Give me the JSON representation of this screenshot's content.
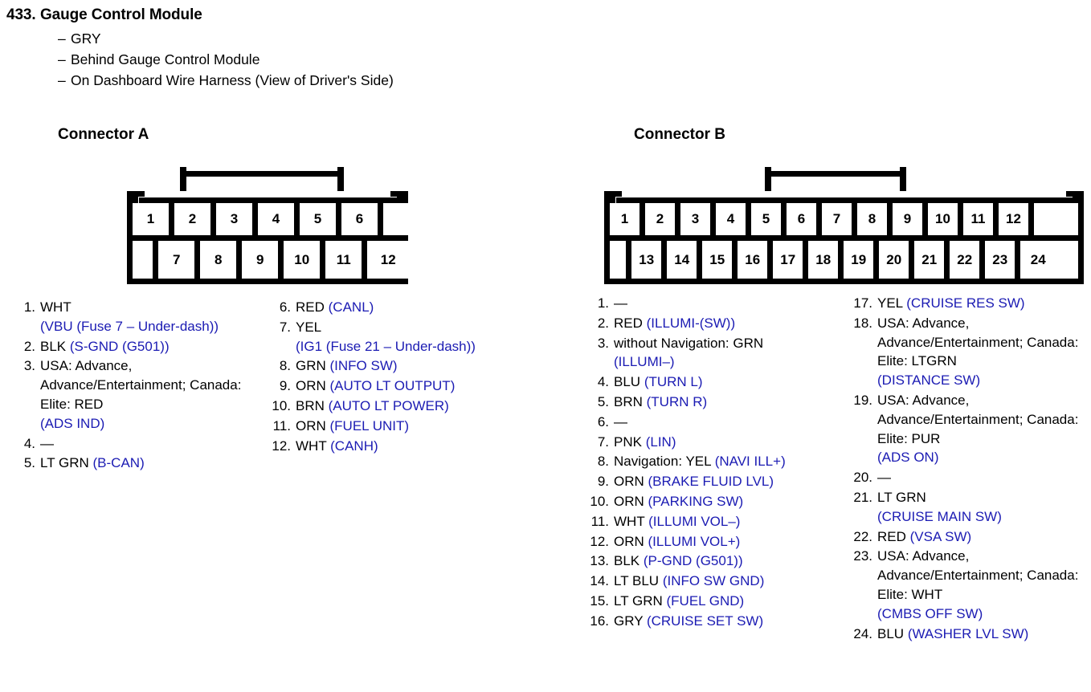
{
  "header": {
    "number": "433.",
    "title": "Gauge Control Module",
    "bullets": [
      {
        "dash": "–",
        "text": "GRY"
      },
      {
        "dash": "–",
        "text": "Behind Gauge Control Module"
      },
      {
        "dash": "–",
        "text": "On Dashboard Wire Harness (View of Driver's Side)"
      }
    ]
  },
  "connector_a": {
    "heading": "Connector A",
    "diagram": {
      "top_row": [
        "1",
        "2",
        "3",
        "4",
        "5",
        "6",
        ""
      ],
      "bottom_row": [
        "",
        "7",
        "8",
        "9",
        "10",
        "11",
        "12"
      ]
    },
    "pins_col1": [
      {
        "no": "1.",
        "wire": "WHT",
        "signal": "(VBU (Fuse 7 – Under-dash))",
        "break": true
      },
      {
        "no": "2.",
        "wire": "BLK",
        "signal": "(S-GND (G501))",
        "break": false
      },
      {
        "no": "3.",
        "wire": "USA: Advance, Advance/Entertainment; Canada: Elite: RED",
        "signal": "(ADS IND)",
        "break": true
      },
      {
        "no": "4.",
        "wire": "—",
        "signal": "",
        "break": false
      },
      {
        "no": "5.",
        "wire": "LT GRN",
        "signal": "(B-CAN)",
        "break": false
      }
    ],
    "pins_col2": [
      {
        "no": "6.",
        "wire": "RED",
        "signal": "(CANL)",
        "break": false
      },
      {
        "no": "7.",
        "wire": "YEL",
        "signal": "(IG1 (Fuse 21 – Under-dash))",
        "break": true
      },
      {
        "no": "8.",
        "wire": "GRN",
        "signal": "(INFO SW)",
        "break": false
      },
      {
        "no": "9.",
        "wire": "ORN",
        "signal": "(AUTO LT OUTPUT)",
        "break": false
      },
      {
        "no": "10.",
        "wire": "BRN",
        "signal": "(AUTO LT POWER)",
        "break": false
      },
      {
        "no": "11.",
        "wire": "ORN",
        "signal": "(FUEL UNIT)",
        "break": false
      },
      {
        "no": "12.",
        "wire": "WHT",
        "signal": "(CANH)",
        "break": false
      }
    ]
  },
  "connector_b": {
    "heading": "Connector B",
    "diagram": {
      "top_row": [
        "1",
        "2",
        "3",
        "4",
        "5",
        "6",
        "7",
        "8",
        "9",
        "10",
        "11",
        "12",
        ""
      ],
      "bottom_row": [
        "",
        "13",
        "14",
        "15",
        "16",
        "17",
        "18",
        "19",
        "20",
        "21",
        "22",
        "23",
        "24"
      ]
    },
    "pins_col1": [
      {
        "no": "1.",
        "wire": "—",
        "signal": "",
        "break": false
      },
      {
        "no": "2.",
        "wire": "RED",
        "signal": "(ILLUMI-(SW))",
        "break": false
      },
      {
        "no": "3.",
        "wire": "without Navigation: GRN",
        "signal": "(ILLUMI–)",
        "break": true
      },
      {
        "no": "4.",
        "wire": "BLU",
        "signal": "(TURN L)",
        "break": false
      },
      {
        "no": "5.",
        "wire": "BRN",
        "signal": "(TURN R)",
        "break": false
      },
      {
        "no": "6.",
        "wire": "—",
        "signal": "",
        "break": false
      },
      {
        "no": "7.",
        "wire": "PNK",
        "signal": "(LIN)",
        "break": false
      },
      {
        "no": "8.",
        "wire": "Navigation: YEL",
        "signal": "(NAVI ILL+)",
        "break": false
      },
      {
        "no": "9.",
        "wire": "ORN",
        "signal": "(BRAKE FLUID LVL)",
        "break": false
      },
      {
        "no": "10.",
        "wire": "ORN",
        "signal": "(PARKING SW)",
        "break": false
      },
      {
        "no": "11.",
        "wire": "WHT",
        "signal": "(ILLUMI VOL–)",
        "break": false
      },
      {
        "no": "12.",
        "wire": "ORN",
        "signal": "(ILLUMI VOL+)",
        "break": false
      },
      {
        "no": "13.",
        "wire": "BLK",
        "signal": "(P-GND (G501))",
        "break": false
      },
      {
        "no": "14.",
        "wire": "LT BLU",
        "signal": "(INFO SW GND)",
        "break": false
      },
      {
        "no": "15.",
        "wire": "LT GRN",
        "signal": "(FUEL GND)",
        "break": false
      },
      {
        "no": "16.",
        "wire": "GRY",
        "signal": "(CRUISE SET SW)",
        "break": false
      }
    ],
    "pins_col2": [
      {
        "no": "17.",
        "wire": "YEL",
        "signal": "(CRUISE RES SW)",
        "break": false
      },
      {
        "no": "18.",
        "wire": "USA: Advance, Advance/Entertainment; Canada: Elite: LTGRN",
        "signal": "(DISTANCE SW)",
        "break": true
      },
      {
        "no": "19.",
        "wire": "USA: Advance, Advance/Entertainment; Canada: Elite: PUR",
        "signal": "(ADS ON)",
        "break": true
      },
      {
        "no": "20.",
        "wire": "—",
        "signal": "",
        "break": false
      },
      {
        "no": "21.",
        "wire": "LT GRN",
        "signal": "(CRUISE MAIN SW)",
        "break": true
      },
      {
        "no": "22.",
        "wire": "RED",
        "signal": "(VSA SW)",
        "break": false
      },
      {
        "no": "23.",
        "wire": "USA: Advance, Advance/Entertainment; Canada: Elite: WHT",
        "signal": "(CMBS OFF SW)",
        "break": true
      },
      {
        "no": "24.",
        "wire": "BLU",
        "signal": "(WASHER LVL SW)",
        "break": false
      }
    ]
  },
  "colors": {
    "signal_blue": "#1b1bb3",
    "text_black": "#000000",
    "background": "#ffffff"
  }
}
